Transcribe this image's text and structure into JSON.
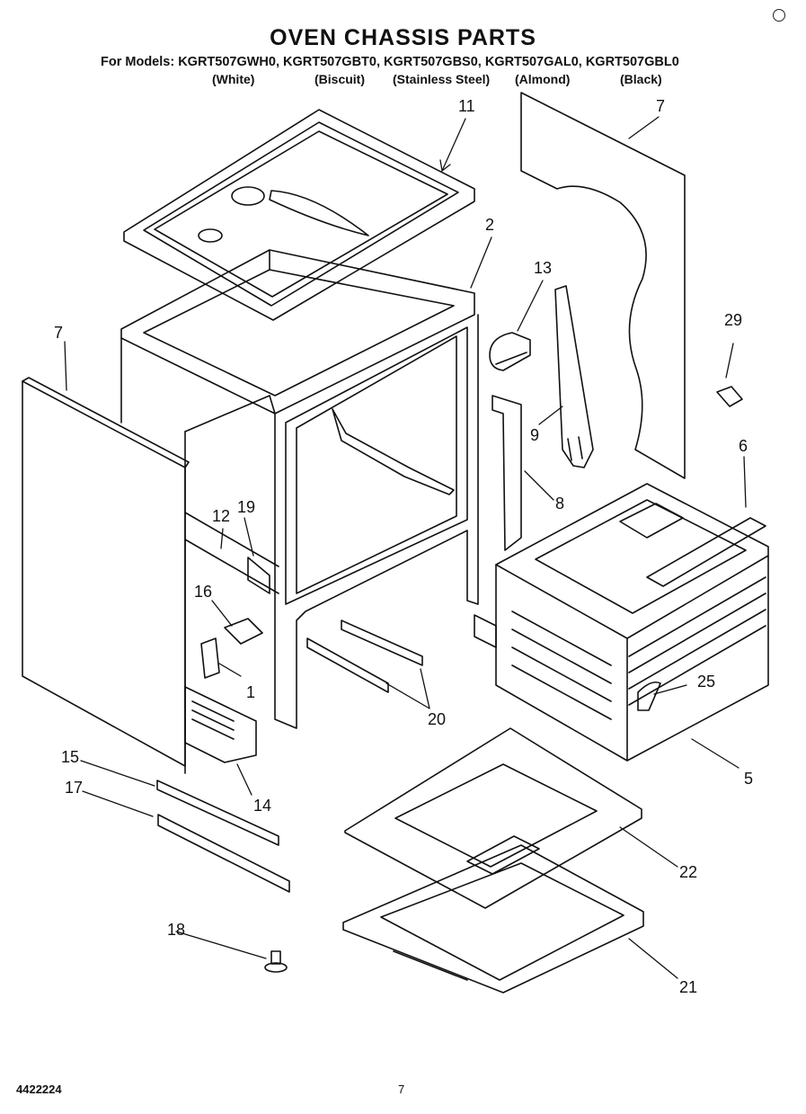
{
  "title": "OVEN CHASSIS PARTS",
  "models_line": "For Models: KGRT507GWH0, KGRT507GBT0, KGRT507GBS0, KGRT507GAL0, KGRT507GBL0",
  "colors": [
    "(White)",
    "(Biscuit)",
    "(Stainless Steel)",
    "(Almond)",
    "(Black)"
  ],
  "callouts": [
    "11",
    "7",
    "2",
    "13",
    "29",
    "7",
    "9",
    "8",
    "6",
    "12",
    "19",
    "16",
    "1",
    "20",
    "25",
    "5",
    "15",
    "14",
    "17",
    "22",
    "18",
    "21"
  ],
  "footer": {
    "doc_number": "4422224",
    "page": "7"
  }
}
